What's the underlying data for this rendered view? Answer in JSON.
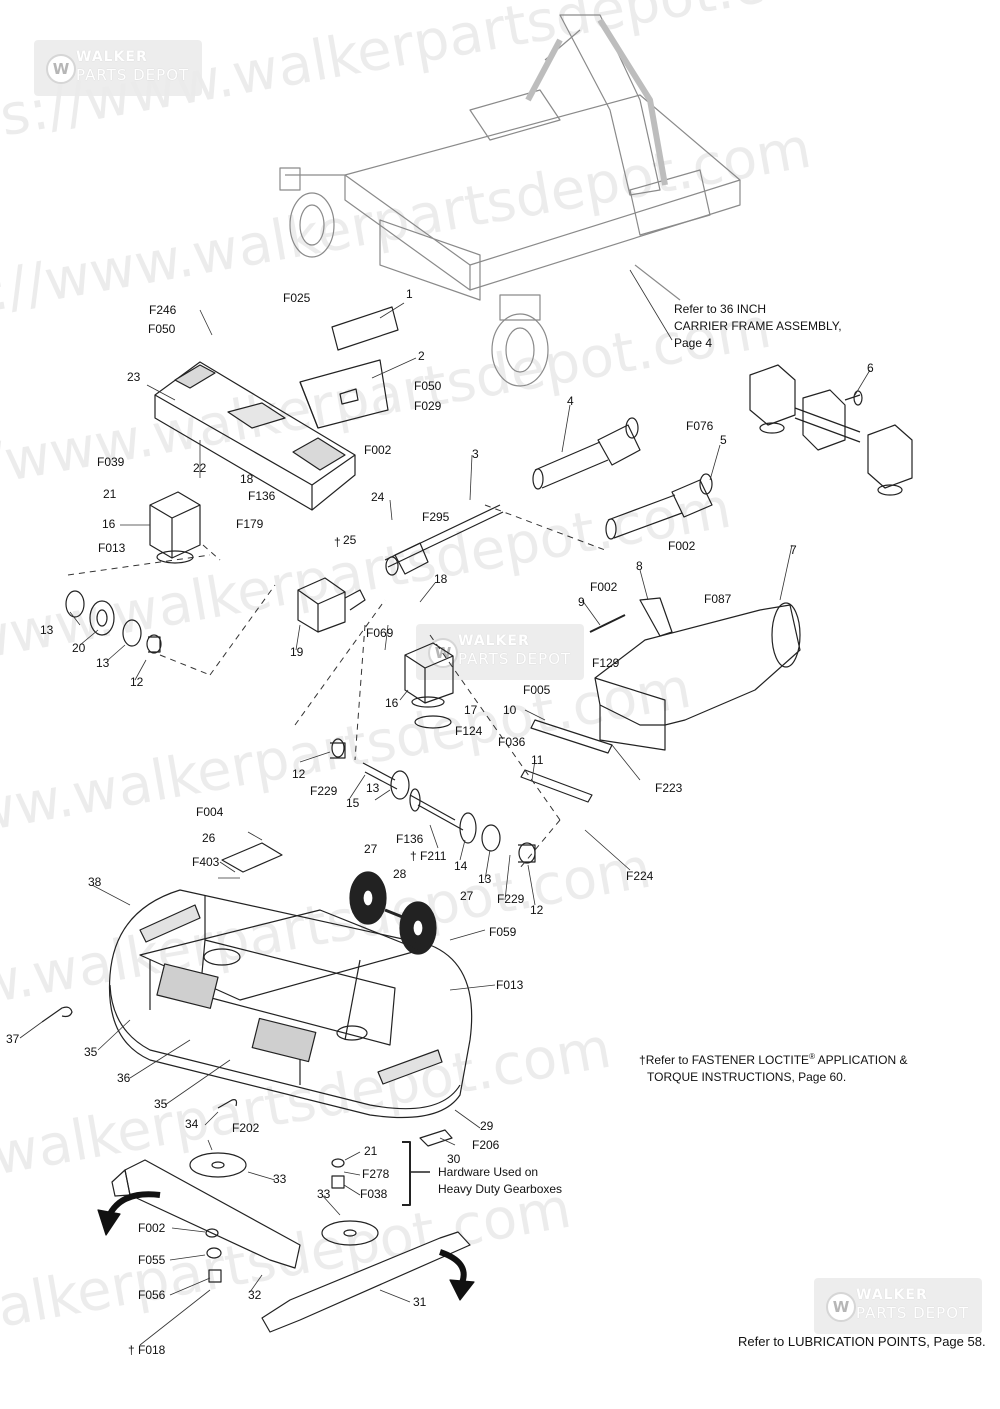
{
  "watermark": {
    "url_text": "https://www.walkerpartsdepot.com",
    "logo_line1": "WALKER",
    "logo_line2": "PARTS DEPOT",
    "logo_glyph": "W"
  },
  "notes": {
    "carrier_frame": [
      "Refer to 36 INCH",
      "CARRIER FRAME ASSEMBLY,",
      "Page 4"
    ],
    "loctite_line1": "Refer to FASTENER LOCTITE",
    "loctite_reg": "®",
    "loctite_line1b": " APPLICATION &",
    "loctite_line2": "TORQUE INSTRUCTIONS, Page 60.",
    "dagger": "†",
    "hardware": [
      "Hardware Used on",
      "Heavy Duty Gearboxes"
    ]
  },
  "footer": "Refer to LUBRICATION POINTS, Page 58.",
  "callouts": [
    "1",
    "2",
    "3",
    "4",
    "5",
    "6",
    "7",
    "8",
    "9",
    "10",
    "11",
    "12",
    "13",
    "14",
    "15",
    "16",
    "17",
    "18",
    "19",
    "20",
    "21",
    "22",
    "23",
    "24",
    "25",
    "26",
    "27",
    "28",
    "29",
    "30",
    "31",
    "32",
    "33",
    "34",
    "35",
    "36",
    "37",
    "38",
    "F002",
    "F004",
    "F005",
    "F013",
    "F018",
    "F025",
    "F029",
    "F036",
    "F038",
    "F039",
    "F050",
    "F055",
    "F056",
    "F059",
    "F069",
    "F076",
    "F087",
    "F124",
    "F129",
    "F136",
    "F179",
    "F202",
    "F206",
    "F211",
    "F223",
    "F224",
    "F229",
    "F246",
    "F278",
    "F295",
    "F403"
  ]
}
